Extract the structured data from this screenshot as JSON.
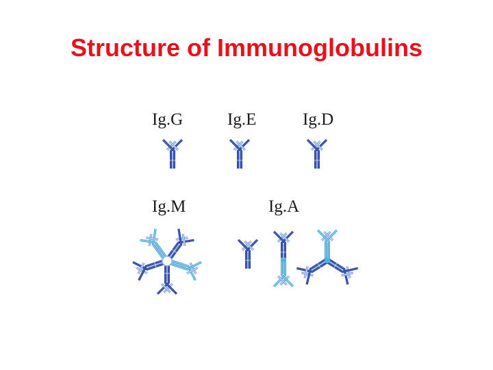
{
  "title": "Structure of Immunoglobulins",
  "classes": {
    "igg": "Ig.G",
    "ige": "Ig.E",
    "igd": "Ig.D",
    "igm": "Ig.M",
    "iga": "Ig.A"
  },
  "colors": {
    "title": "#e8101a",
    "chain_dark": "#3a4fa8",
    "chain_light": "#8fb6e8",
    "chain_cyan": "#46b5e0"
  }
}
